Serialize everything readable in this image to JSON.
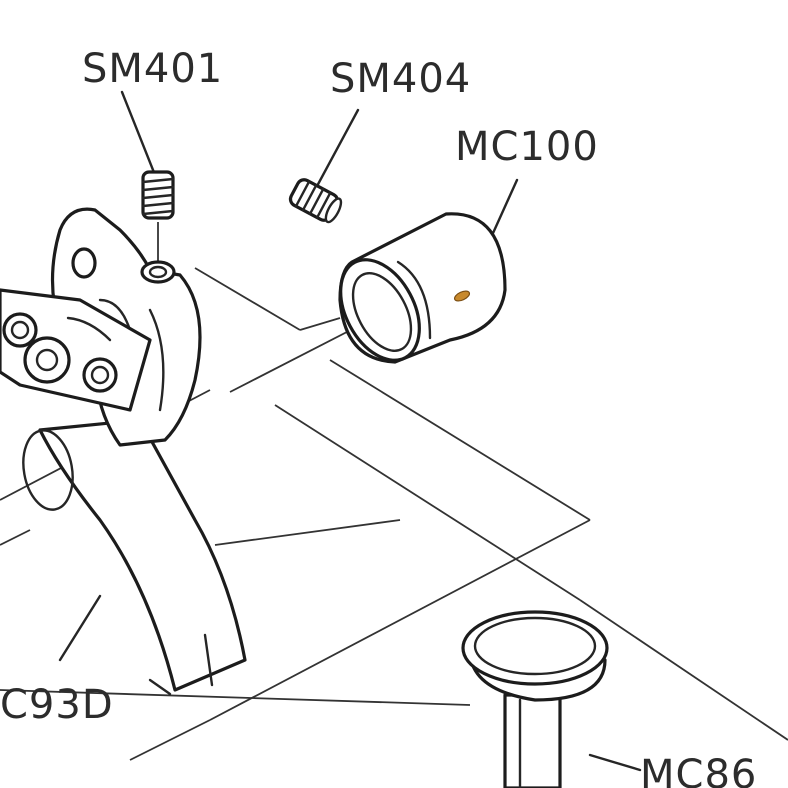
{
  "parts": [
    {
      "id": "sm401",
      "label": "SM401"
    },
    {
      "id": "sm404",
      "label": "SM404"
    },
    {
      "id": "mc100",
      "label": "MC100"
    },
    {
      "id": "mc93d",
      "label": "C93D"
    },
    {
      "id": "mc86",
      "label": "MC86"
    }
  ]
}
